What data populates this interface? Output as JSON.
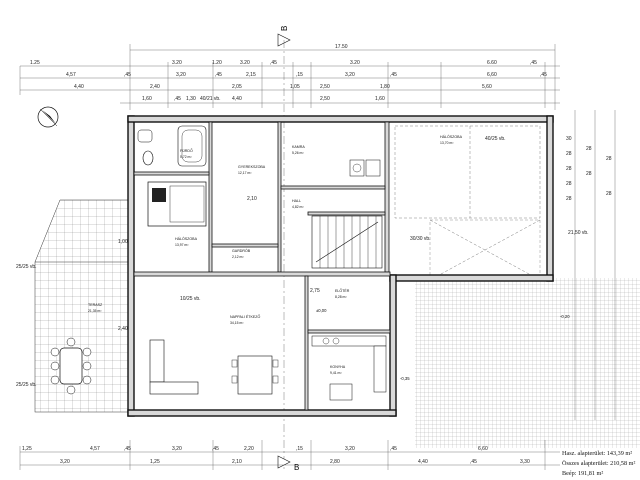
{
  "section_marks": {
    "top": "B",
    "bottom": "B"
  },
  "dimensions_top": {
    "overall": "17.50",
    "row1": [
      "1.25",
      "3.20",
      "1.20",
      "3.20",
      ",45",
      "3.20",
      "6.60",
      ",45"
    ],
    "row2": [
      "4,57",
      ",45",
      "3,20",
      ",45",
      "2,15",
      ",15",
      "3,20",
      ",45",
      "6,60",
      ",45"
    ],
    "row3": [
      "4,40",
      "2,40",
      "2,05",
      "1,05",
      "2,50",
      "1,80",
      "5,60"
    ],
    "row4": [
      "1,60",
      ",45",
      "1,30",
      "40/21 vb.",
      "4,40",
      "2,50",
      "1,60"
    ]
  },
  "dimensions_bottom": {
    "row1": [
      "1,25",
      "4,57",
      ",45",
      "3,20",
      ",45",
      "2,20",
      ",15",
      "3,20",
      ",45",
      "6,60"
    ],
    "row2": [
      "3,20",
      "1,25",
      "2,10",
      "2,80",
      "4,40",
      ",45",
      "3,30"
    ]
  },
  "dimensions_right": [
    "30",
    "28",
    "28",
    "28",
    "28",
    "28",
    "28",
    "28",
    "28",
    "21,50 vb."
  ],
  "rooms": [
    {
      "id": "bathroom",
      "name": "FÜRDŐ",
      "area": "5,72 m²"
    },
    {
      "id": "bedroom1",
      "name": "HÁLÓSZOBA",
      "area": "13,97 m²"
    },
    {
      "id": "bedroom2",
      "name": "GYEREKSZOBA",
      "area": "12,17 m²"
    },
    {
      "id": "hall",
      "name": "HALL",
      "area": "4,82 m²"
    },
    {
      "id": "storage",
      "name": "GARDRÓB",
      "area": "2,12 m²"
    },
    {
      "id": "pantry",
      "name": "KAMRA",
      "area": "5,26 m²"
    },
    {
      "id": "bedroom3",
      "name": "HÁLÓSZOBA",
      "area": "13,70 m²"
    },
    {
      "id": "living",
      "name": "NAPPALI ÉTKEZŐ",
      "area": "34,15 m²"
    },
    {
      "id": "entry",
      "name": "ELŐTÉR",
      "area": "8,28 m²"
    },
    {
      "id": "kitchen",
      "name": "KONYHA",
      "area": "9,41 m²"
    },
    {
      "id": "terrace",
      "name": "TERASZ",
      "area": "21,35 m²"
    }
  ],
  "labels": {
    "ceiling_note": "40/25 vb.",
    "ceiling_note2": "30/30 vb.",
    "ceiling_note3": "25/25 vb.",
    "ceiling_note4": "10/25 vb.",
    "level_zero": "±0,00",
    "level_minus": "-0,20",
    "level_ext": "-0,35",
    "height_1": "2,10",
    "height_2": "2,75",
    "height_3": "1,00",
    "height_4": "2,40"
  },
  "area_summary": {
    "net_area": "Hasz. alapterület: 143,39 m²",
    "gross_area": "Összes alapterület: 210,58 m²",
    "built_area": "Beép: 191,81 m²"
  }
}
